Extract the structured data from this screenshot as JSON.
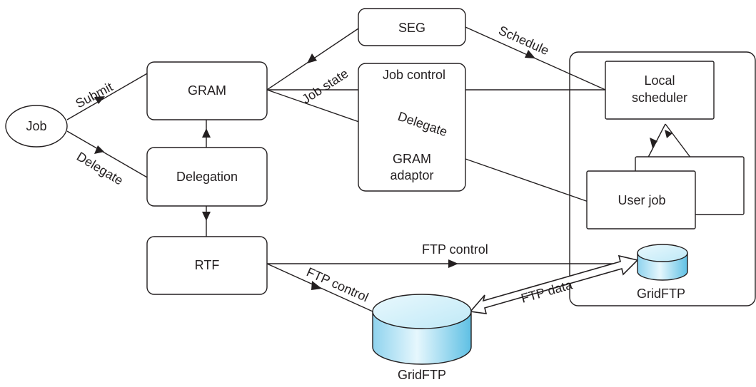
{
  "nodes": {
    "job": "Job",
    "gram": "GRAM",
    "delegation": "Delegation",
    "rtf": "RTF",
    "seg": "SEG",
    "gram_adaptor_line1": "GRAM",
    "gram_adaptor_line2": "adaptor",
    "local_scheduler_line1": "Local",
    "local_scheduler_line2": "scheduler",
    "user_job": "User job",
    "gridftp_remote": "GridFTP",
    "gridftp_local": "GridFTP"
  },
  "edges": {
    "submit": "Submit",
    "delegate_job": "Delegate",
    "job_state": "Job state",
    "schedule": "Schedule",
    "job_control": "Job control",
    "delegate_userjob": "Delegate",
    "ftp_control_top": "FTP control",
    "ftp_control_diag": "FTP control",
    "ftp_data": "FTP data"
  },
  "colors": {
    "line": "#231f20",
    "disk_top": "#d8f2fb",
    "disk_side_mid": "#b9e7f6",
    "disk_side_dark": "#6cc5e6"
  }
}
